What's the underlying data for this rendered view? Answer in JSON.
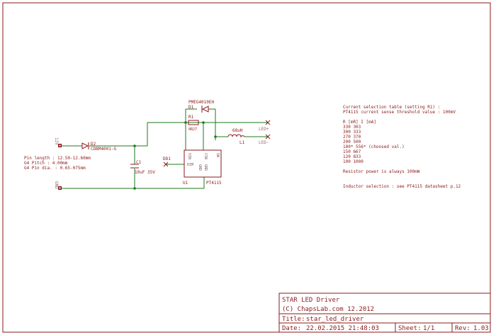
{
  "colors": {
    "frame": "#8b1a1a",
    "wire": "#1d7a1d",
    "component": "#8b1a1a",
    "text": "#8b1a1a",
    "pin_text": "#7a5a5a",
    "label_text": "#9a6a6a"
  },
  "components": {
    "d1": {
      "name": "D1",
      "value": "PMEG4010EH"
    },
    "r1": {
      "name": "R1",
      "value": "0R27"
    },
    "d2": {
      "name": "D2",
      "value": "CDBM4001-G"
    },
    "l1": {
      "name": "L1",
      "value": "68uH"
    },
    "c1": {
      "name": "C1",
      "value": "10uF 35V"
    },
    "u1": {
      "name": "U1",
      "value": "PT4115",
      "pins": {
        "vin": "VIN",
        "csn": "CSN",
        "dim": "DIM",
        "gnd1": "GND",
        "gnd2": "GND",
        "sw": "SW"
      }
    },
    "dp1": {
      "name": "DD1"
    }
  },
  "connectors": {
    "vcc": "12V",
    "gnd": "GND",
    "led_plus": "LED+",
    "led_minus": "LED-"
  },
  "pin_notes": [
    "Pin length : 12.50-12.60mm",
    "G4 Pitch : 4.00mm",
    "G4 Pin dia. : 0.65-075mm"
  ],
  "notes": {
    "selection_lines": [
      "Current selection table (setting R1) :",
      "PT4115 current sense threshold value : 100mV"
    ],
    "table_header": "R [mR] I [mA]",
    "table_rows": [
      "330 303",
      "300 333",
      "270 370",
      "200 500",
      "180* 556* (choosed val.)",
      "150 667",
      "120 833",
      "100 1000"
    ],
    "resistor_power": "Resistor power is always 100mW",
    "inductor": "Inductor selection : see PT4115 datasheet p.12"
  },
  "title_block": {
    "project": "STAR LED Driver",
    "copyright": "(C) ChapsLab.com 12.2012",
    "title_label": "Title:",
    "title_value": "star_led_driver",
    "date_label": "Date:",
    "date_value": "22.02.2015 21:48:03",
    "sheet_label": "Sheet:",
    "sheet_value": "1/1",
    "rev_label": "Rev:",
    "rev_value": "1.03"
  }
}
